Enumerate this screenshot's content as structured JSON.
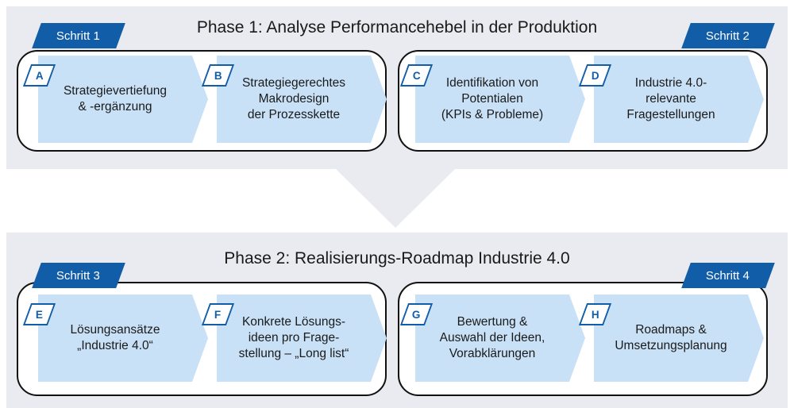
{
  "colors": {
    "accent": "#115da7",
    "arrow-fill": "#c9e1f7",
    "panel": "#e9ebf0",
    "ink": "#1a1a1a"
  },
  "connector": {
    "shape": "down-triangle"
  },
  "phases": [
    {
      "title": "Phase 1: Analyse Performancehebel in der Produktion",
      "left_step": "Schritt 1",
      "right_step": "Schritt 2",
      "groups": [
        {
          "arrows": [
            {
              "letter": "A",
              "lines": [
                "Strategievertiefung",
                "& -ergänzung"
              ]
            },
            {
              "letter": "B",
              "lines": [
                "Strategiegerechtes",
                "Makrodesign",
                "der Prozesskette"
              ]
            }
          ]
        },
        {
          "arrows": [
            {
              "letter": "C",
              "lines": [
                "Identifikation von",
                "Potentialen",
                "(KPIs & Probleme)"
              ]
            },
            {
              "letter": "D",
              "lines": [
                "Industrie 4.0-",
                "relevante",
                "Fragestellungen"
              ]
            }
          ]
        }
      ]
    },
    {
      "title": "Phase 2: Realisierungs-Roadmap Industrie 4.0",
      "left_step": "Schritt 3",
      "right_step": "Schritt 4",
      "groups": [
        {
          "arrows": [
            {
              "letter": "E",
              "lines": [
                "Lösungsansätze",
                "„Industrie 4.0“"
              ]
            },
            {
              "letter": "F",
              "lines": [
                "Konkrete Lösungs-",
                "ideen pro Frage-",
                "stellung – „Long list“"
              ]
            }
          ]
        },
        {
          "arrows": [
            {
              "letter": "G",
              "lines": [
                "Bewertung &",
                "Auswahl der Ideen,",
                "Vorabklärungen"
              ]
            },
            {
              "letter": "H",
              "lines": [
                "Roadmaps &",
                "Umsetzungsplanung"
              ]
            }
          ]
        }
      ]
    }
  ]
}
